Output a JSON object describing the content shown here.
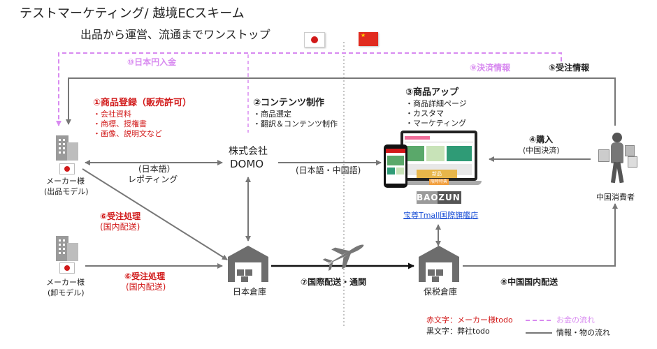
{
  "title": "テストマーケティング/ 越境ECスキーム",
  "subtitle": "出品から運営、流通までワンストップ",
  "steps": {
    "s1": {
      "title": "①商品登録（販売許可）",
      "items": [
        "・会社資料",
        "・商標、授権書",
        "・画像、説明文など"
      ]
    },
    "s2": {
      "title": "②コンテンツ制作",
      "items": [
        "・商品選定",
        "・翻訳＆コンテンツ制作"
      ]
    },
    "s3": {
      "title": "③商品アップ",
      "items": [
        "・商品詳細ページ",
        "・カスタマ",
        "・マーケティング"
      ]
    },
    "s4": {
      "title": "④購入",
      "sub": "(中国決済)"
    },
    "s5": {
      "title": "⑤受注情報"
    },
    "s6a": {
      "title": "⑥受注処理",
      "sub": "(国内配送)"
    },
    "s6b": {
      "title": "⑥受注処理",
      "sub": "(国内配送)"
    },
    "s7": {
      "title": "⑦国際配送・通関"
    },
    "s8": {
      "title": "⑧中国国内配送"
    },
    "s9": {
      "title": "⑨決済情報"
    },
    "s10": {
      "title": "⑩日本円入金"
    }
  },
  "nodes": {
    "maker1": {
      "label1": "メーカー様",
      "label2": "(出品モデル)"
    },
    "maker2": {
      "label1": "メーカー様",
      "label2": "(卸モデル)"
    },
    "domo": {
      "label1": "株式会社",
      "label2": "DOMO"
    },
    "jp_warehouse": {
      "label": "日本倉庫"
    },
    "bonded_warehouse": {
      "label": "保税倉庫"
    },
    "consumer": {
      "label": "中国消費者"
    },
    "shop": {
      "brand_left": "BAO",
      "brand_right": "ZUN",
      "link": "宝尊Tmall国際旗艦店",
      "screen_badge": "新品",
      "screen_promo": "限時特典"
    }
  },
  "edges": {
    "reporting1": "(日本語）",
    "reporting2": "レポティング",
    "languages": "(日本語・中国語)"
  },
  "legend": {
    "red_text": "赤文字：メーカー様todo",
    "black_text": "黒文字：弊社todo",
    "money_flow": "お金の流れ",
    "info_flow": "情報・物の流れ"
  },
  "colors": {
    "red": "#d11919",
    "pink": "#d88af0",
    "gray": "#777777",
    "black": "#111111"
  }
}
